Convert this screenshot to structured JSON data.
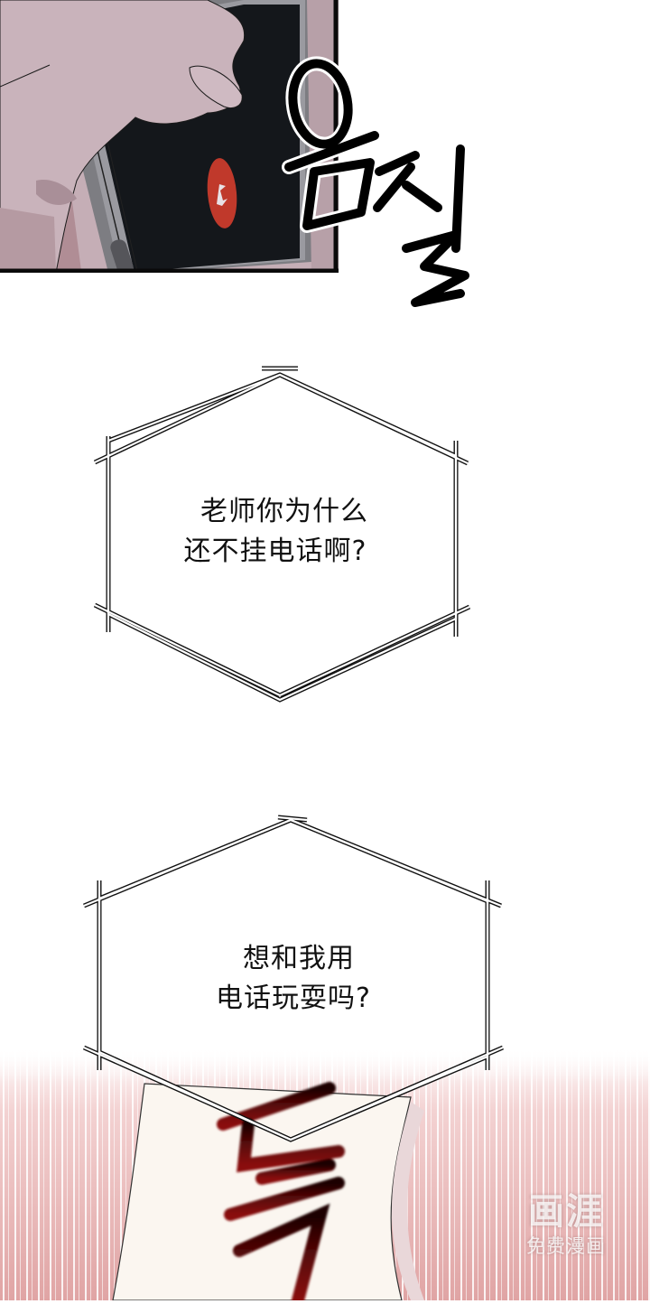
{
  "panels": [
    {
      "id": "panel-1",
      "description": "hand holding smartphone with incoming call screen",
      "call_button_icon": "phone-hangup-icon",
      "colors": {
        "skin": "#c9b3bb",
        "skin_shadow": "#a88890",
        "phone_screen": "#14171b",
        "phone_frame": "#7c7c80",
        "call_button": "#c0392b",
        "border": "#0a0a0a"
      }
    }
  ],
  "sound_effects": [
    {
      "id": "sfx-flinch",
      "text": "움찔",
      "color": "#000000"
    },
    {
      "id": "sfx-thud",
      "text": "뚝",
      "color": "#7a0a0a"
    }
  ],
  "speech_bubbles": [
    {
      "id": "bubble-1",
      "lines": [
        "老师你为什么",
        "还不挂电话啊?"
      ]
    },
    {
      "id": "bubble-2",
      "lines": [
        "想和我用",
        "电话玩耍吗?"
      ]
    }
  ],
  "watermark": {
    "logo": "画涯",
    "subtitle": "免费漫画"
  },
  "colors": {
    "background": "#ffffff",
    "speedline_pink": "#e2a9a9",
    "speedline_light": "#f6dede",
    "fabric": "#fbf6f0"
  }
}
